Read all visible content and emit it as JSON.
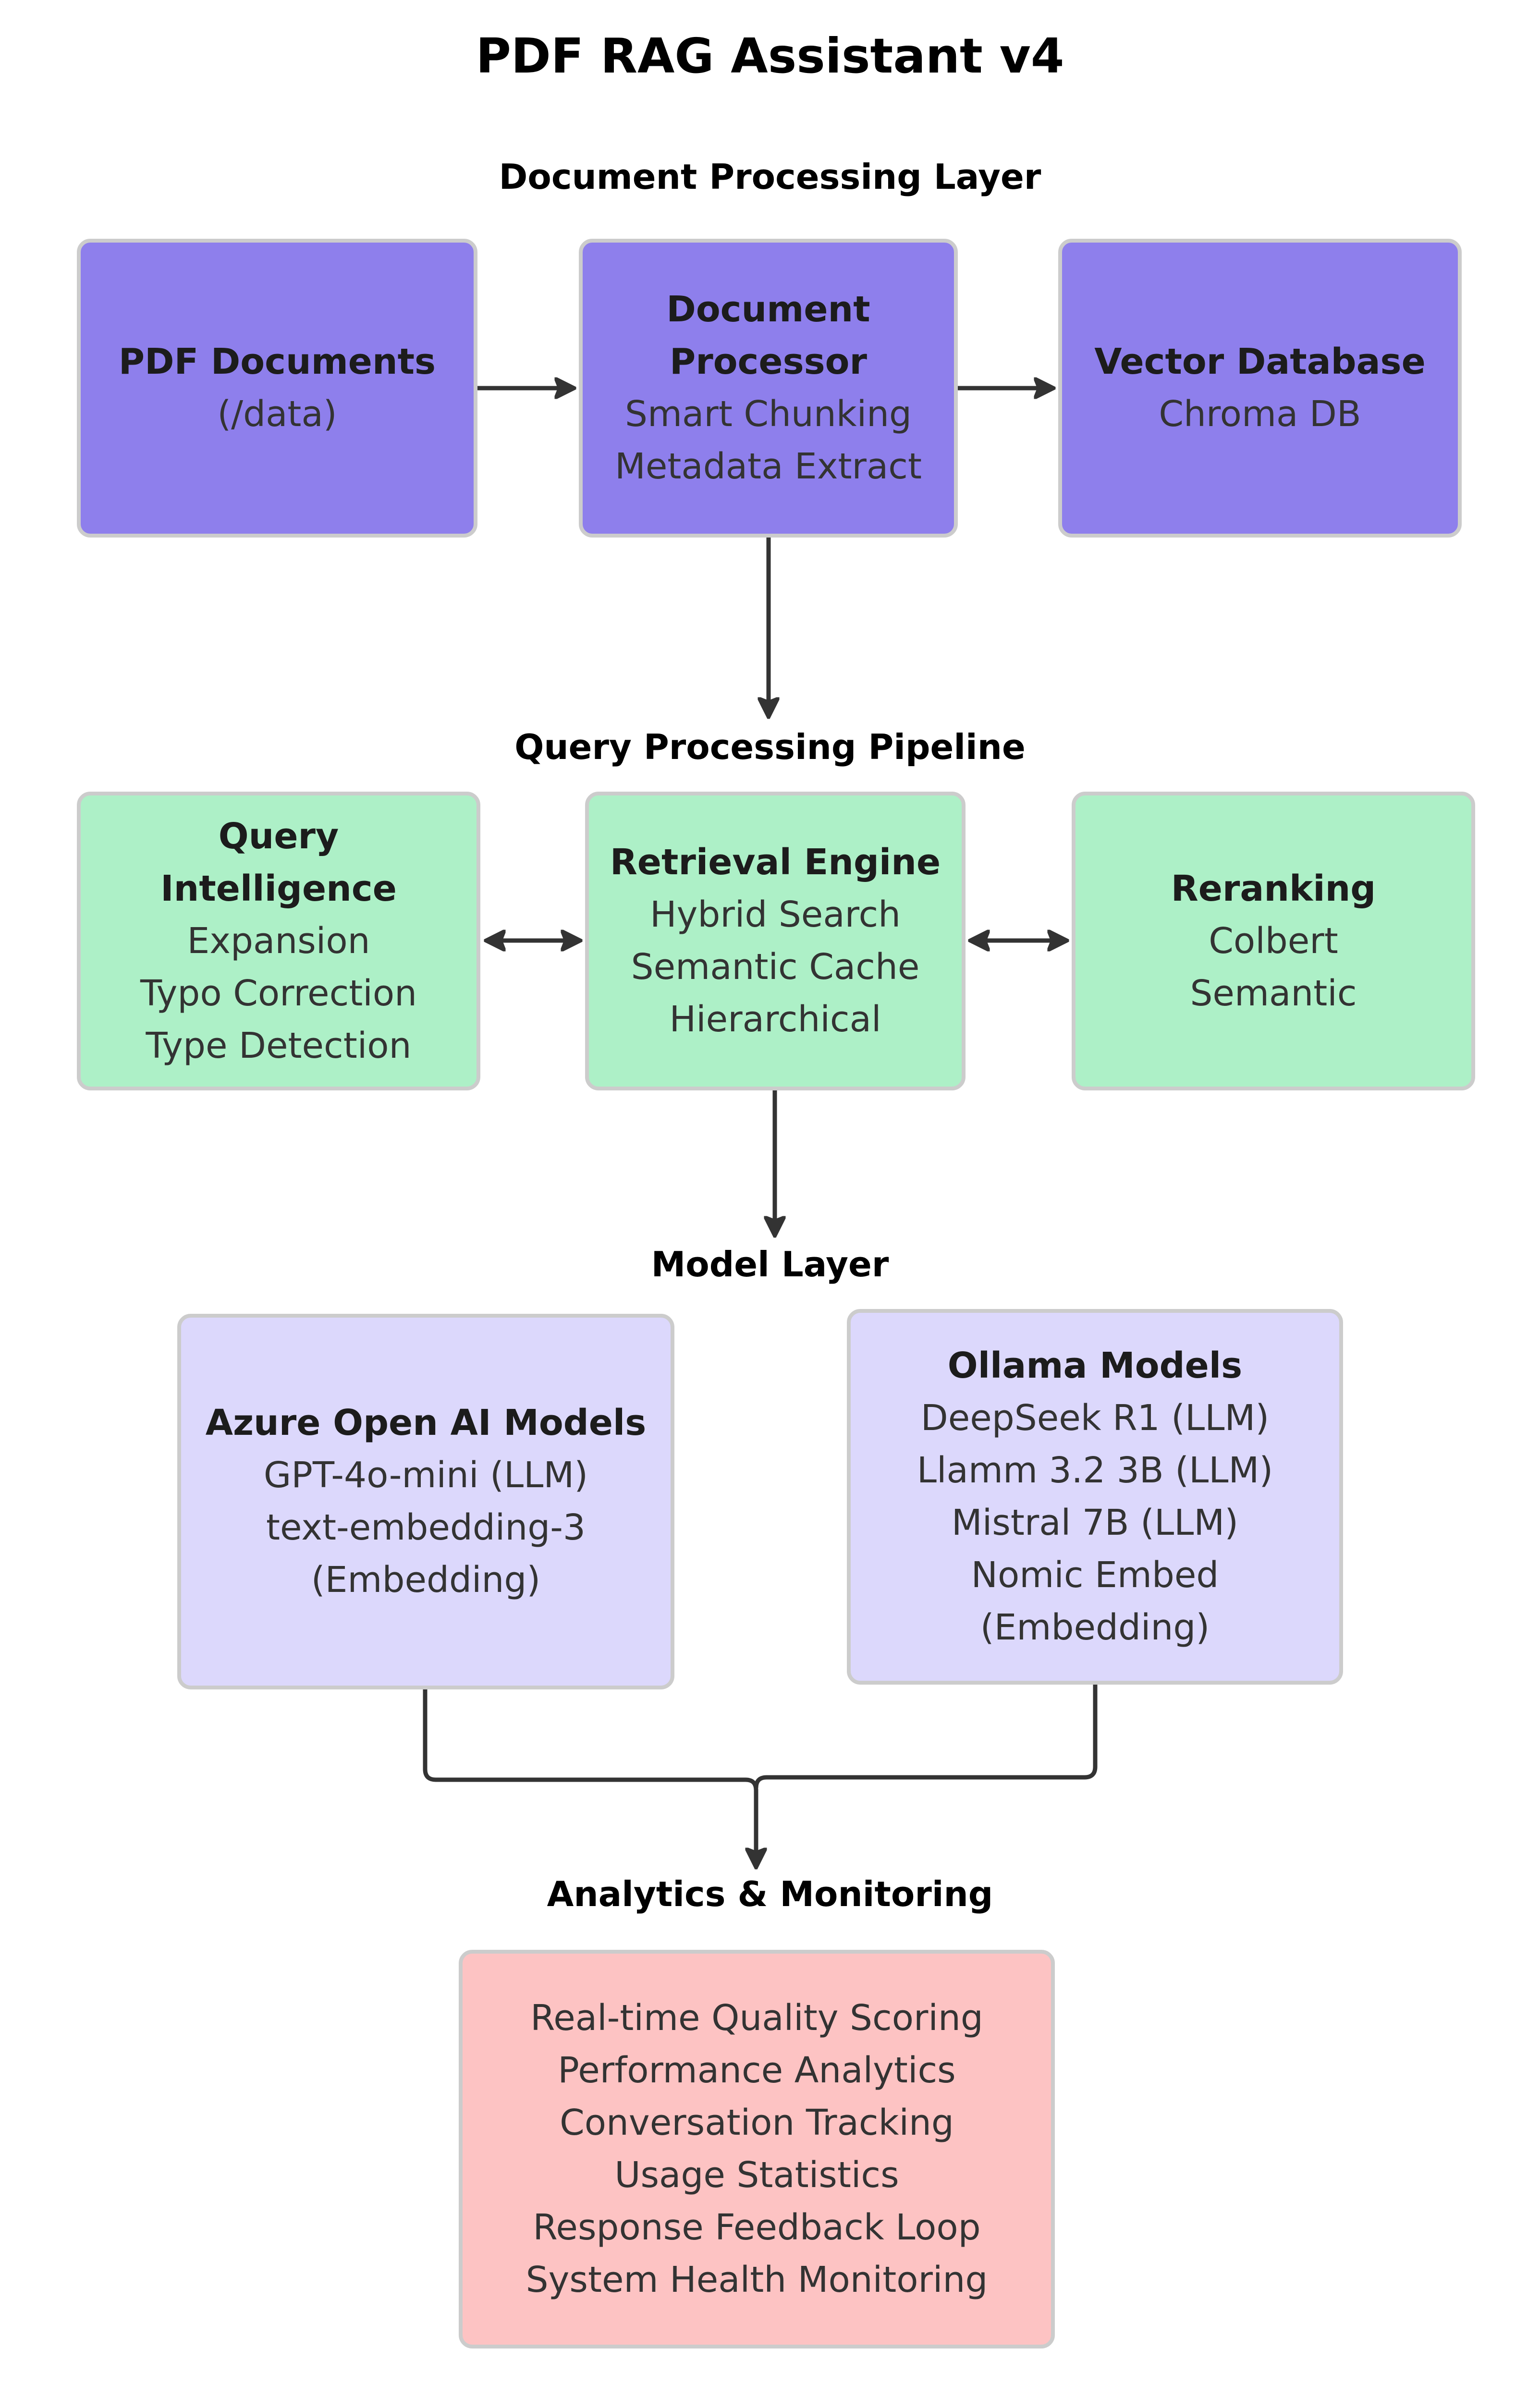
{
  "title": "PDF RAG Assistant v4",
  "colors": {
    "document_layer_fill": "#8e7fec",
    "query_layer_fill": "#adf0c7",
    "model_layer_fill": "#dcd8fc",
    "analytics_layer_fill": "#fdc3c3",
    "node_border": "#cccccc",
    "edge": "#333333"
  },
  "layers": {
    "document": {
      "label": "Document Processing Layer",
      "nodes": [
        {
          "title": "PDF Documents",
          "lines": [
            "(/data)"
          ]
        },
        {
          "title_lines": [
            "Document",
            "Processor"
          ],
          "lines": [
            "Smart Chunking",
            "Metadata Extract"
          ]
        },
        {
          "title": "Vector Database",
          "lines": [
            "Chroma DB"
          ]
        }
      ]
    },
    "query": {
      "label": "Query Processing Pipeline",
      "nodes": [
        {
          "title_lines": [
            "Query",
            "Intelligence"
          ],
          "lines": [
            "Expansion",
            "Typo Correction",
            "Type Detection"
          ]
        },
        {
          "title": "Retrieval Engine",
          "lines": [
            "Hybrid Search",
            "Semantic Cache",
            "Hierarchical"
          ]
        },
        {
          "title": "Reranking",
          "lines": [
            "Colbert",
            "Semantic"
          ]
        }
      ]
    },
    "model": {
      "label": "Model Layer",
      "nodes": [
        {
          "title": "Azure Open AI Models",
          "lines": [
            "GPT-4o-mini (LLM)",
            "text-embedding-3",
            "(Embedding)"
          ]
        },
        {
          "title": "Ollama Models",
          "lines": [
            "DeepSeek R1 (LLM)",
            "Llamm 3.2 3B (LLM)",
            "Mistral 7B (LLM)",
            "Nomic Embed",
            "(Embedding)"
          ]
        }
      ]
    },
    "analytics": {
      "label": "Analytics & Monitoring",
      "nodes": [
        {
          "lines": [
            "Real-time Quality Scoring",
            "Performance Analytics",
            "Conversation Tracking",
            "Usage Statistics",
            "Response Feedback Loop",
            "System Health Monitoring"
          ]
        }
      ]
    }
  },
  "edges": [
    {
      "from": "PDF Documents",
      "to": "Document Processor",
      "type": "directed"
    },
    {
      "from": "Document Processor",
      "to": "Vector Database",
      "type": "directed"
    },
    {
      "from": "Document Processor",
      "to": "Query Processing Pipeline",
      "type": "directed"
    },
    {
      "from": "Query Intelligence",
      "to": "Retrieval Engine",
      "type": "bidirectional"
    },
    {
      "from": "Retrieval Engine",
      "to": "Reranking",
      "type": "bidirectional"
    },
    {
      "from": "Retrieval Engine",
      "to": "Model Layer",
      "type": "directed"
    },
    {
      "from": "Azure Open AI Models",
      "to": "Analytics & Monitoring",
      "type": "directed"
    },
    {
      "from": "Ollama Models",
      "to": "Analytics & Monitoring",
      "type": "directed"
    }
  ]
}
